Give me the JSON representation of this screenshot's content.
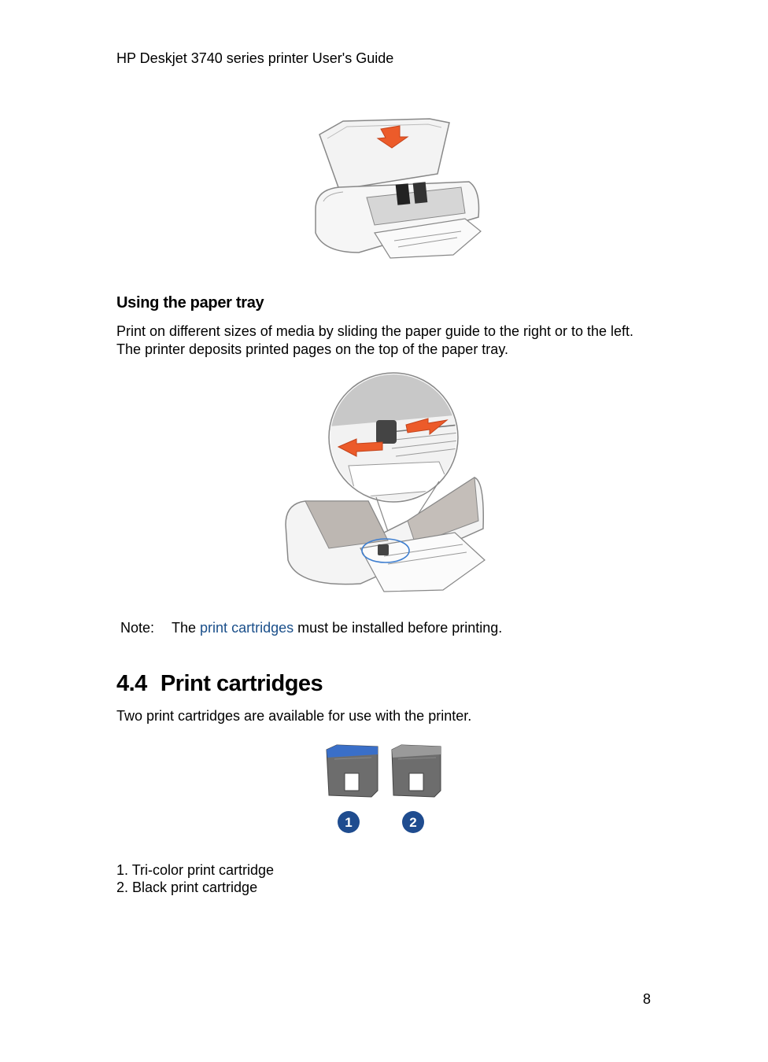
{
  "header": {
    "title": "HP Deskjet 3740 series printer User's Guide"
  },
  "paper_tray": {
    "heading": "Using the paper tray",
    "lines": [
      "Print on different sizes of media by sliding the paper guide to the right or to the left.",
      "The printer deposits printed pages on the top of the paper tray."
    ]
  },
  "note": {
    "label": "Note:",
    "before": "The",
    "link": "print cartridges",
    "after": "must be installed before printing."
  },
  "section": {
    "number": "4.4",
    "title": "Print cartridges",
    "intro": "Two print cartridges are available for use with the printer."
  },
  "callouts": [
    "1",
    "2"
  ],
  "list": [
    "1. Tri-color print cartridge",
    "2. Black print cartridge"
  ],
  "page_number": "8",
  "colors": {
    "link": "#1a4f8a",
    "arrow": "#ec5b2a",
    "callout": "#1f4c8f",
    "tricolor_top": "#3a6fc8"
  }
}
